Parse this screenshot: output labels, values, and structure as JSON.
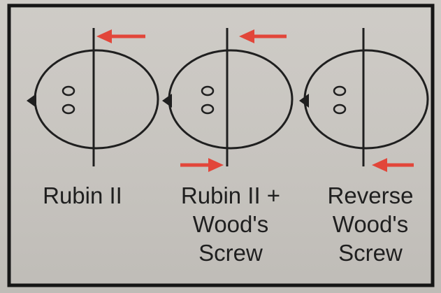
{
  "colors": {
    "background": "#c9c6c1",
    "frame": "#161616",
    "ink": "#1f1f1f",
    "arrow": "#e2463a"
  },
  "icons": [
    "red-arrow-left-icon",
    "red-arrow-right-icon",
    "vertex-notch-icon",
    "fetal-eyes-icon"
  ],
  "panels": [
    {
      "caption_lines": [
        "Rubin II"
      ],
      "top_arrow": "left",
      "bottom_arrow": "none"
    },
    {
      "caption_lines": [
        "Rubin II +",
        "Wood's",
        "Screw"
      ],
      "top_arrow": "left",
      "bottom_arrow": "right"
    },
    {
      "caption_lines": [
        "Reverse",
        "Wood's",
        "Screw"
      ],
      "top_arrow": "none",
      "bottom_arrow": "left"
    }
  ]
}
